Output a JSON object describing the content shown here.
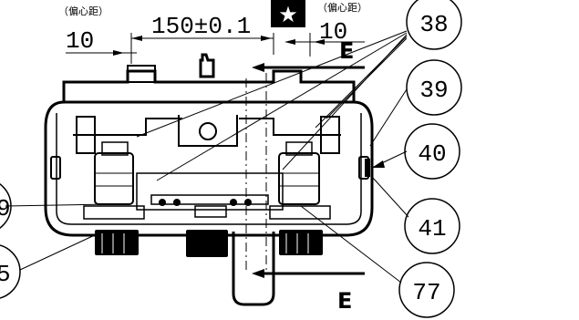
{
  "annotations": {
    "offset_note_left": "（偏心距）",
    "offset_note_right": "（偏心距）",
    "dim_left": "10",
    "dim_center": "150±0.1",
    "dim_right": "10",
    "star_symbol": "★",
    "section_top": "E",
    "section_bottom": "E"
  },
  "balloons": [
    {
      "id": "b38",
      "label": "38"
    },
    {
      "id": "b39",
      "label": "39"
    },
    {
      "id": "b40",
      "label": "40"
    },
    {
      "id": "b41",
      "label": "41"
    },
    {
      "id": "b77",
      "label": "77"
    },
    {
      "id": "b-left-upper",
      "label": "9"
    },
    {
      "id": "b-left-lower",
      "label": "5"
    }
  ]
}
